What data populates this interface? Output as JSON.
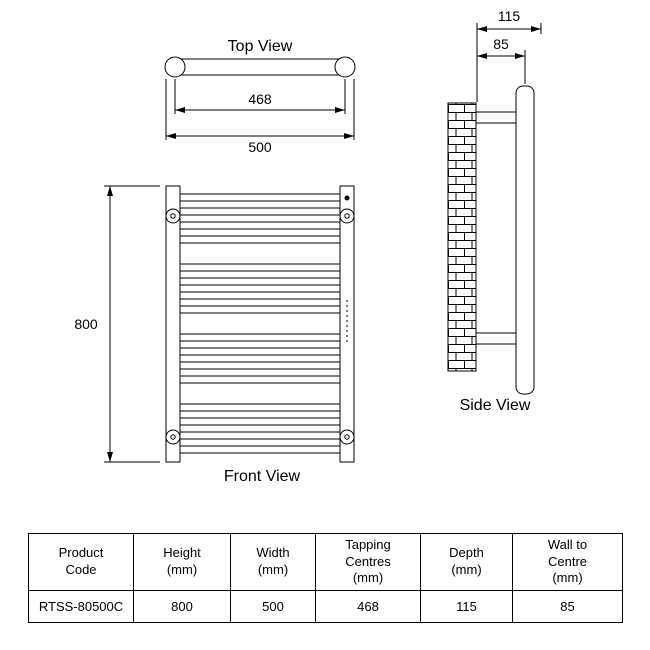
{
  "views": {
    "top": {
      "label": "Top View",
      "tapping_centres_dim": "468",
      "width_dim": "500"
    },
    "front": {
      "label": "Front View",
      "height_dim": "800"
    },
    "side": {
      "label": "Side View",
      "depth_dim": "115",
      "wall_to_centre_dim": "85"
    }
  },
  "spec_table": {
    "headers": [
      "Product\nCode",
      "Height\n(mm)",
      "Width\n(mm)",
      "Tapping\nCentres\n(mm)",
      "Depth\n(mm)",
      "Wall to\nCentre\n(mm)"
    ],
    "row": [
      "RTSS-80500C",
      "800",
      "500",
      "468",
      "115",
      "85"
    ]
  }
}
